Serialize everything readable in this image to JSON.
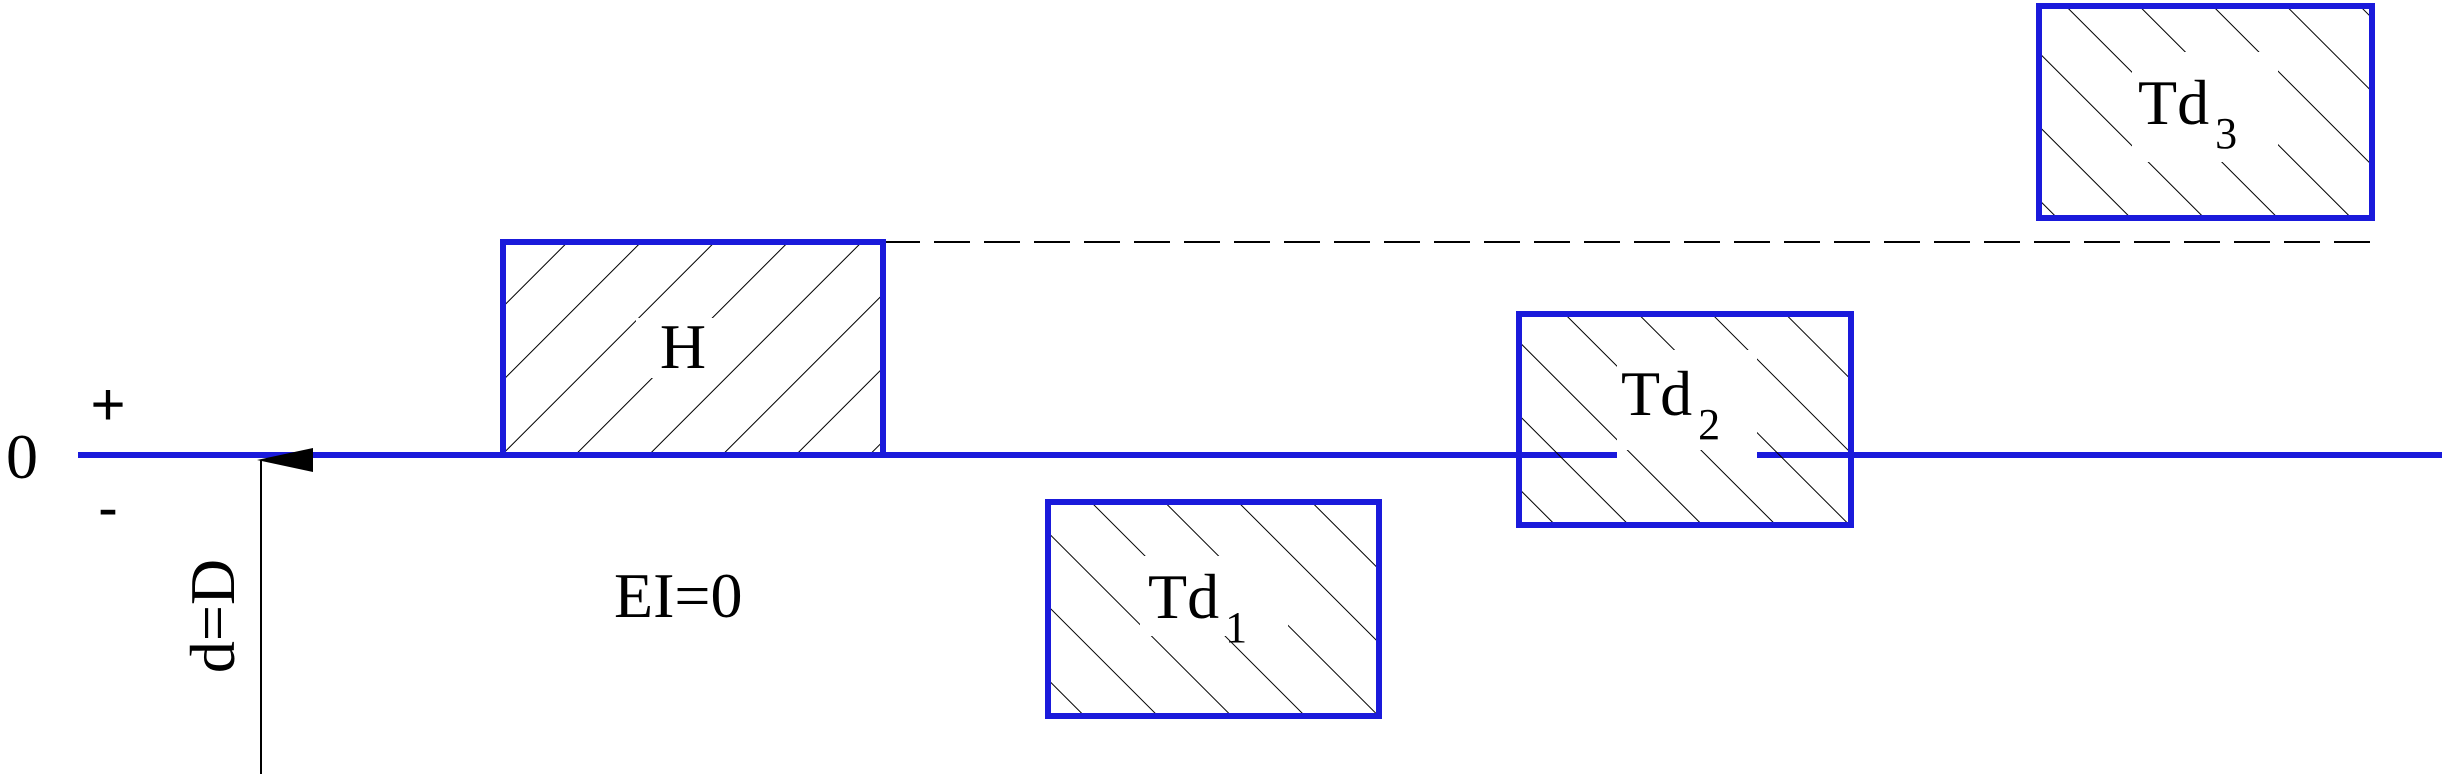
{
  "labels": {
    "zero": "0",
    "plus": "+",
    "minus": "-",
    "ei": "EI=0",
    "d_eq": "d=D",
    "h": "H",
    "td": "Td",
    "sub1": "1",
    "sub2": "2",
    "sub3": "3"
  },
  "colors": {
    "zone_outline": "#1a1adb",
    "zero_line": "#1a1adb",
    "hatch": "#000000"
  }
}
